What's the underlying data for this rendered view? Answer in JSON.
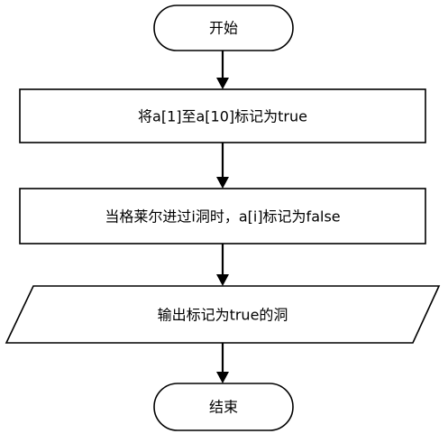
{
  "flowchart": {
    "nodes": [
      {
        "id": "start",
        "shape": "terminator",
        "label": "开始"
      },
      {
        "id": "step1",
        "shape": "process",
        "label": "将a[1]至a[10]标记为true"
      },
      {
        "id": "step2",
        "shape": "process",
        "label": "当格莱尔进过i洞时，a[i]标记为false"
      },
      {
        "id": "output",
        "shape": "data",
        "label": "输出标记为true的洞"
      },
      {
        "id": "end",
        "shape": "terminator",
        "label": "结束"
      }
    ],
    "edges": [
      {
        "from": "start",
        "to": "step1"
      },
      {
        "from": "step1",
        "to": "step2"
      },
      {
        "from": "step2",
        "to": "output"
      },
      {
        "from": "output",
        "to": "end"
      }
    ],
    "colors": {
      "stroke": "#000000",
      "fill": "#ffffff",
      "text": "#000000"
    }
  }
}
